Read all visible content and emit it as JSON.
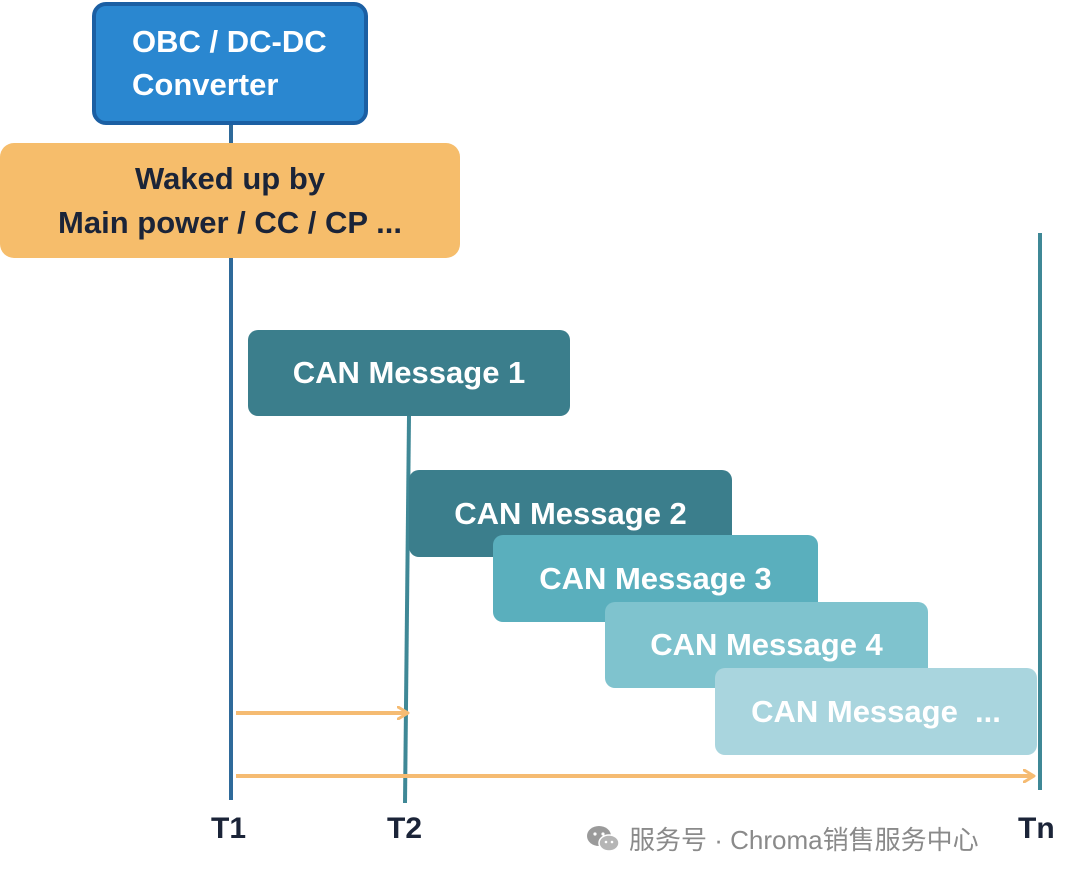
{
  "diagram": {
    "obc_box": "OBC / DC-DC\nConverter",
    "wake_box": "Waked up by\nMain power / CC / CP ...",
    "messages": [
      "CAN Message 1",
      "CAN Message 2",
      "CAN Message 3",
      "CAN Message 4",
      "CAN Message  ..."
    ],
    "timeline_labels": [
      "T1",
      "T2",
      "Tn"
    ]
  },
  "watermark": {
    "text": "服务号 · Chroma销售服务中心",
    "icon": "wechat-icon"
  },
  "colors": {
    "obc_fill": "#2a87d0",
    "wake_fill": "#f6bd6b",
    "message_dark": "#3b7e8c",
    "line_blue": "#2f6a9a",
    "line_teal": "#3f8896",
    "arrow_orange": "#f5bb72"
  }
}
